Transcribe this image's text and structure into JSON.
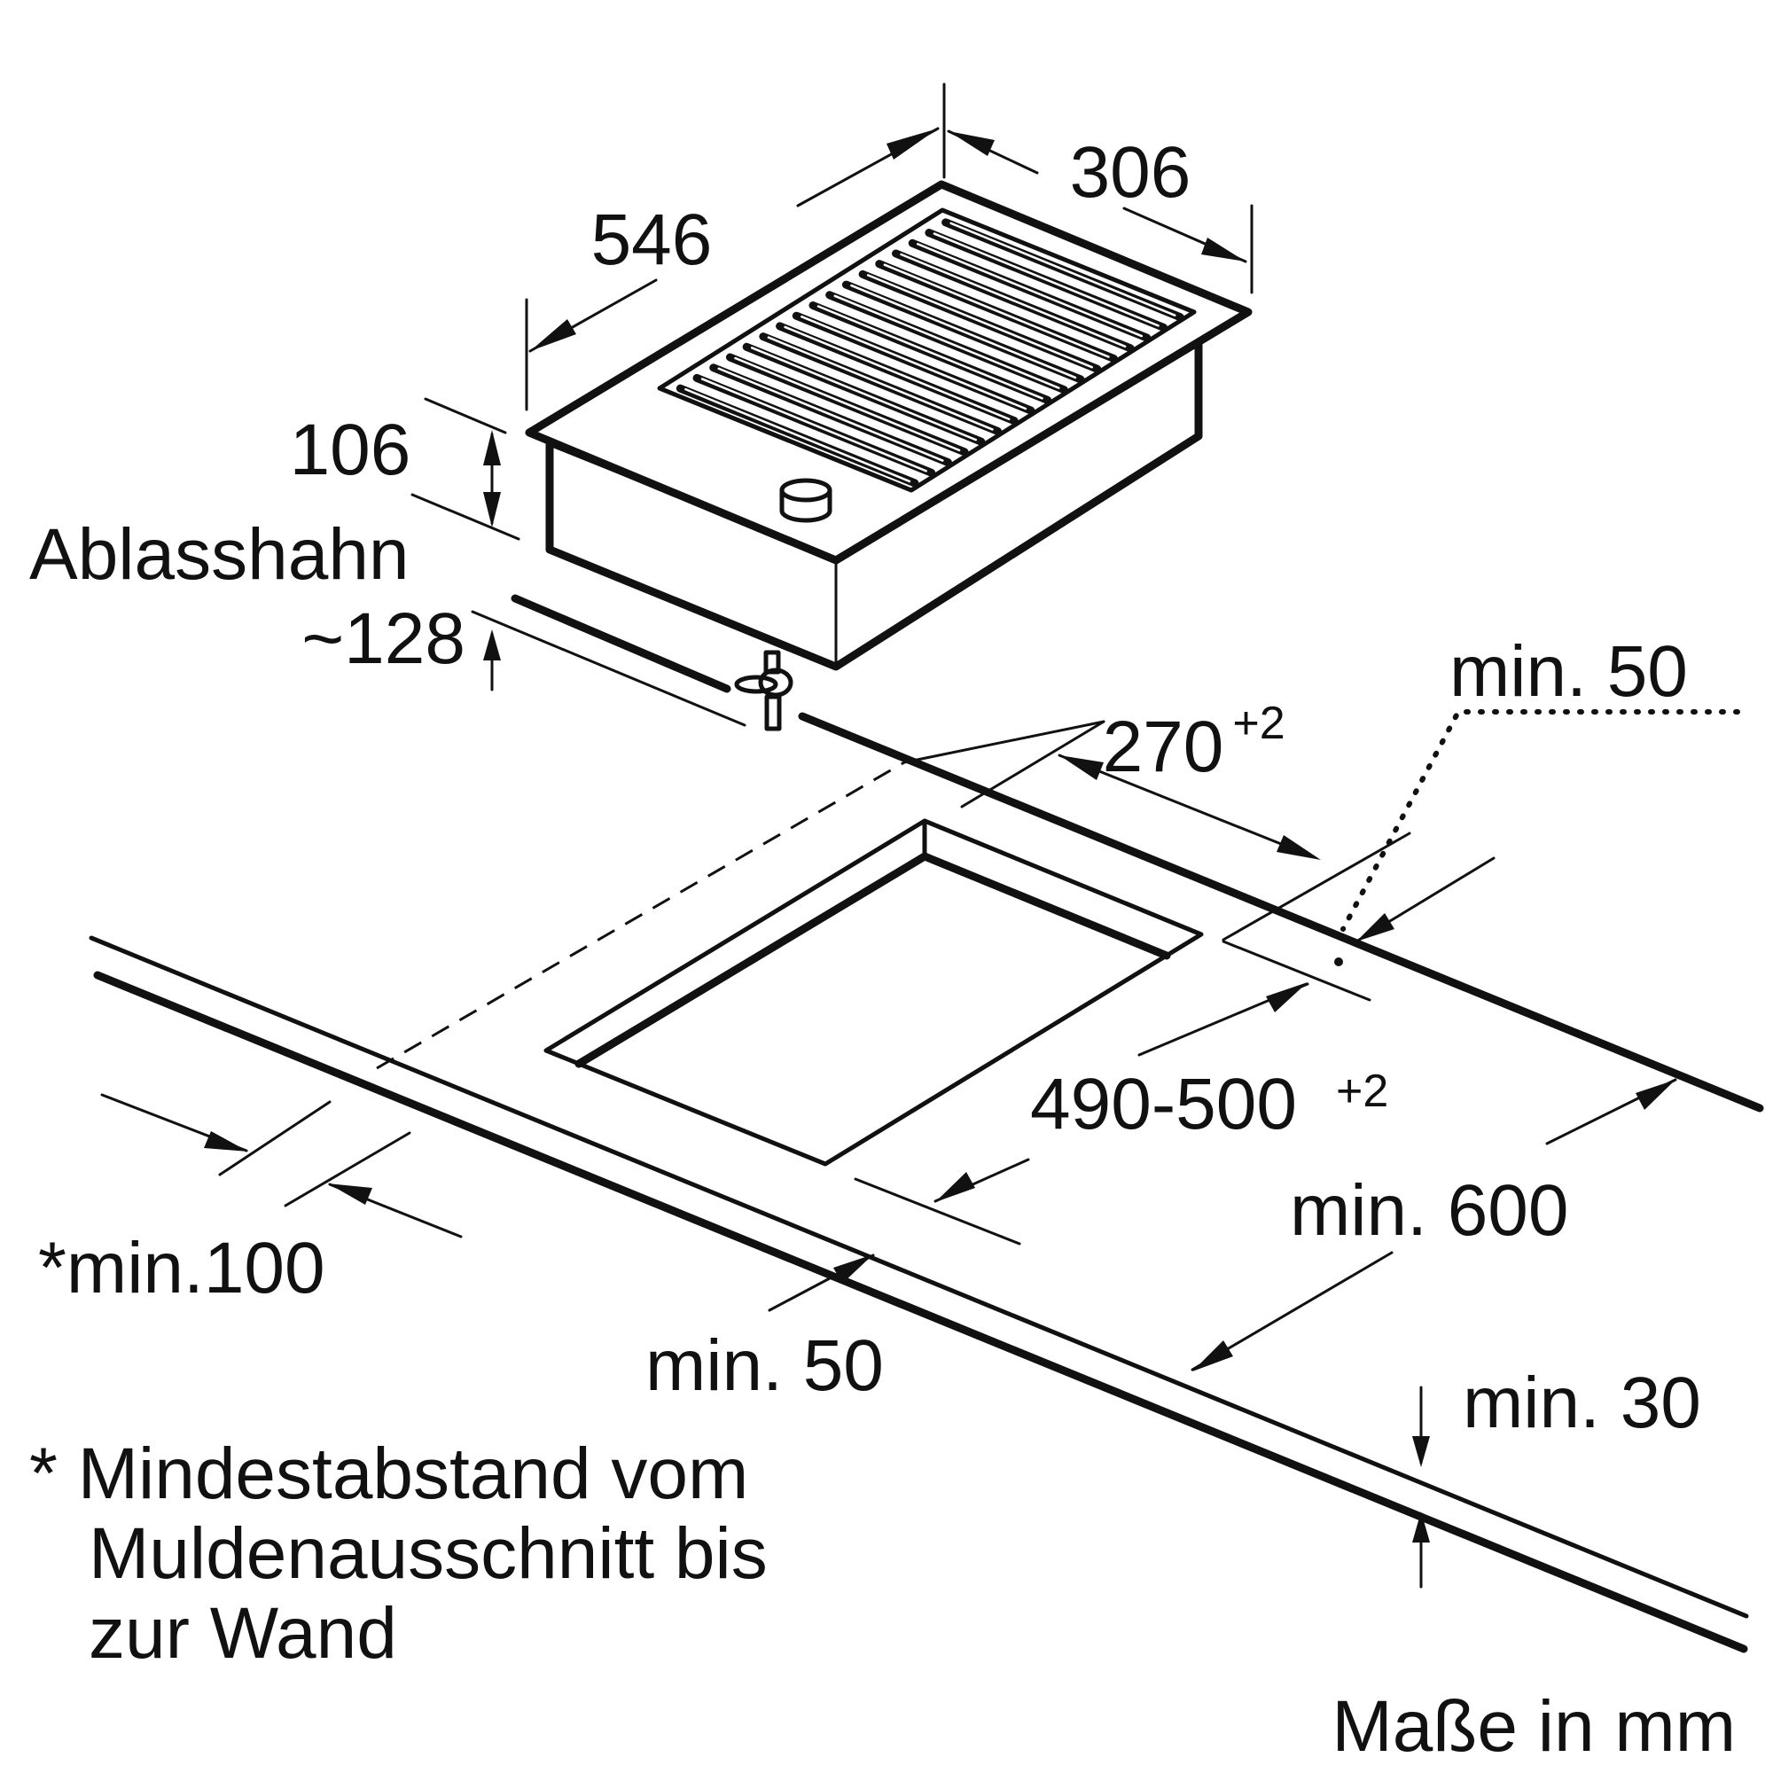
{
  "labels": {
    "dim_546": "546",
    "dim_306": "306",
    "dim_106": "106",
    "ablasshahn": "Ablasshahn",
    "dim_128": "~128",
    "cut_depth": "270",
    "cut_depth_tol": "+2",
    "cut_width": "490-500",
    "cut_width_tol": "+2",
    "min_50_back": "min. 50",
    "min_600": "min. 600",
    "min_100": "*min.100",
    "min_50_front": "min. 50",
    "min_30": "min. 30",
    "footnote_1": "* Mindestabstand vom",
    "footnote_2": "Muldenausschnitt bis",
    "footnote_3": "zur Wand",
    "units": "Maße in mm"
  }
}
